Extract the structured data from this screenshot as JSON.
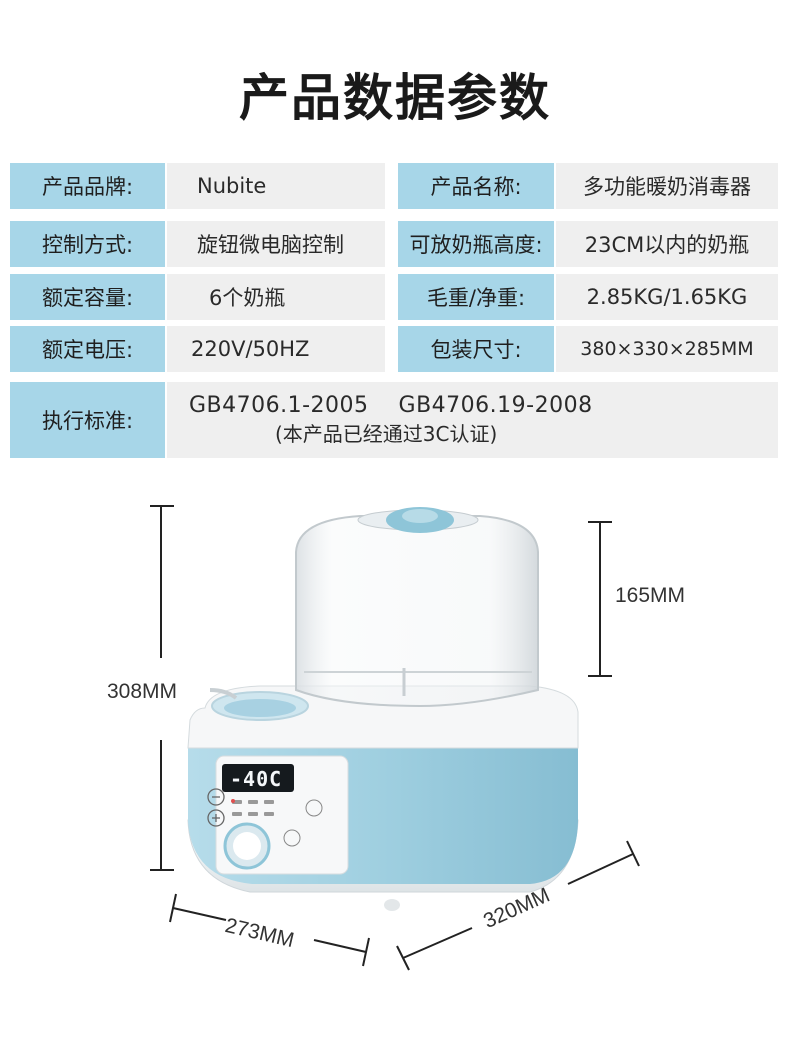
{
  "title": "产品数据参数",
  "specs": {
    "brand_label": "产品品牌:",
    "brand_value": "Nubite",
    "name_label": "产品名称:",
    "name_value": "多功能暖奶消毒器",
    "control_label": "控制方式:",
    "control_value": "旋钮微电脑控制",
    "bottle_height_label": "可放奶瓶高度:",
    "bottle_height_value": "23CM以内的奶瓶",
    "capacity_label": "额定容量:",
    "capacity_value": "6个奶瓶",
    "weight_label": "毛重/净重:",
    "weight_value": "2.85KG/1.65KG",
    "voltage_label": "额定电压:",
    "voltage_value": "220V/50HZ",
    "package_label": "包装尺寸:",
    "package_value": "380×330×285MM",
    "standard_label": "执行标准:",
    "standard_value": "GB4706.1-2005    GB4706.19-2008",
    "standard_note": "(本产品已经通过3C认证)"
  },
  "dimensions": {
    "total_height": "308MM",
    "lid_height": "165MM",
    "width": "273MM",
    "depth": "320MM"
  },
  "device": {
    "display_text": "-40C",
    "brand_colors": {
      "body": "#9fcfe0",
      "base": "#f4f6f7",
      "lid_knob": "#8ec5d8"
    }
  }
}
